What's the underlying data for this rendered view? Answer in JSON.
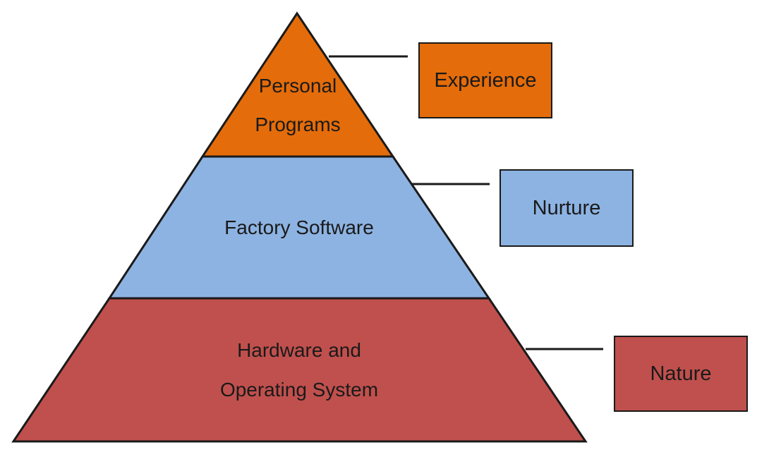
{
  "tiers": [
    {
      "lines": [
        "Personal",
        "Programs"
      ],
      "color": "#E46C0A"
    },
    {
      "lines": [
        "Factory Software"
      ],
      "color": "#8DB3E2"
    },
    {
      "lines": [
        "Hardware and",
        "Operating System"
      ],
      "color": "#C0504D"
    }
  ],
  "callouts": [
    {
      "label": "Experience",
      "color": "#E46C0A"
    },
    {
      "label": "Nurture",
      "color": "#8DB3E2"
    },
    {
      "label": "Nature",
      "color": "#C0504D"
    }
  ],
  "stroke_color": "#1a1a1a"
}
